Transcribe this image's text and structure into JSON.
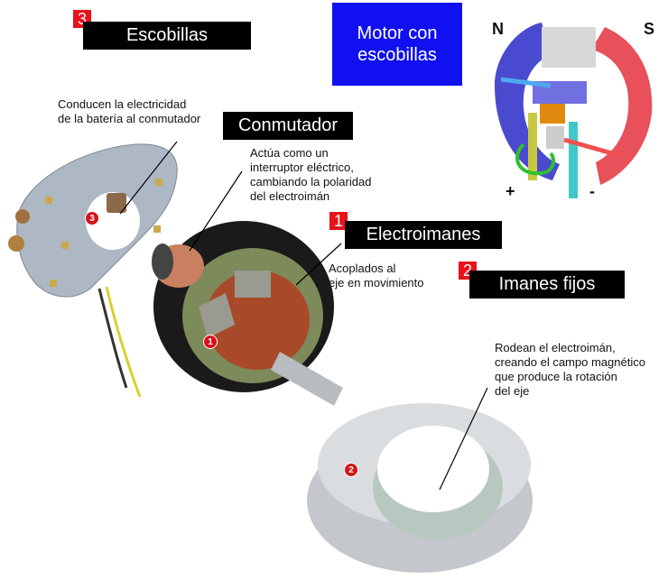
{
  "title": {
    "text": "Motor con\nescobillas",
    "bg_color": "#1010f0"
  },
  "schematic": {
    "north_label": "N",
    "south_label": "S",
    "plus_label": "+",
    "minus_label": "-",
    "colors": {
      "north_magnet": "#4a4ad0",
      "south_magnet": "#e8505a",
      "positive_brush": "#c8c840",
      "negative_brush": "#40c8c8",
      "commutator": "#e08a10",
      "rotation_arrow": "#30c030",
      "force_arrow_left": "#50a8f0",
      "force_arrow_right": "#f05050"
    }
  },
  "parts": [
    {
      "number": "3",
      "name": "Escobillas",
      "description": "Conducen la electricidad\nde la batería al conmutador"
    },
    {
      "number": "",
      "name": "Conmutador",
      "description": "Actúa como un\ninterruptor eléctrico,\ncambiando la polaridad\ndel electroimán"
    },
    {
      "number": "1",
      "name": "Electroimanes",
      "description": "Acoplados al\neje en movimiento"
    },
    {
      "number": "2",
      "name": "Imanes fijos",
      "description": "Rodean el electroimán,\ncreando el campo magnético\nque produce la rotación\ndel eje"
    }
  ],
  "markers": [
    {
      "id": "brushes",
      "label": "3"
    },
    {
      "id": "electromagnets",
      "label": "1"
    },
    {
      "id": "fixed-magnets",
      "label": "2"
    }
  ],
  "colors": {
    "label_bg": "#000000",
    "label_text": "#ffffff",
    "badge_red": "#e8121a"
  }
}
